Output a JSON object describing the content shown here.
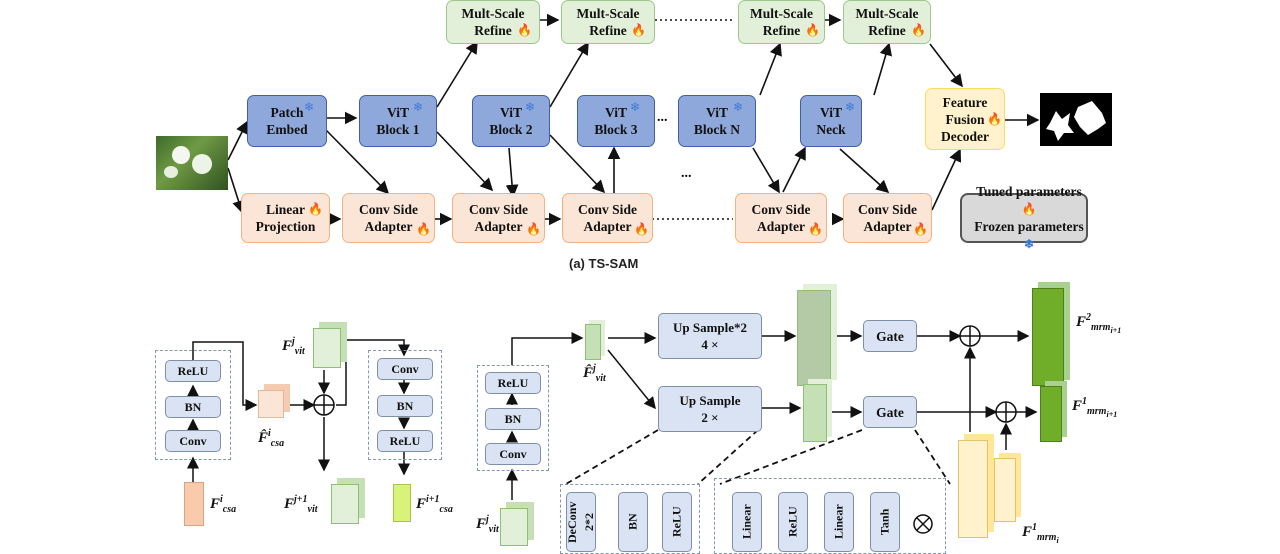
{
  "ts_sam": {
    "caption": "(a) TS-SAM",
    "patch_embed": "Patch\nEmbed",
    "vit_block_1": "ViT\nBlock 1",
    "vit_block_2": "ViT\nBlock 2",
    "vit_block_3": "ViT\nBlock 3",
    "vit_block_n": "ViT\nBlock N",
    "vit_neck": "ViT\nNeck",
    "refine_label": "Mult-Scale\nRefine",
    "linear_projection": "Linear\nProjection",
    "conv_side_adapter": "Conv Side\nAdapter",
    "decoder": "Feature\nFusion\nDecoder",
    "ellipsis_top": "...",
    "ellipsis_mid": "...",
    "legend": {
      "tuned": "Tuned parameters",
      "frozen": "Frozen parameters"
    }
  },
  "csa": {
    "relu": "ReLU",
    "bn": "BN",
    "conv": "Conv",
    "f_csa_in": "F",
    "f_csa_in_sup": "i",
    "f_csa_in_sub": "csa",
    "f_csa_hat": "F̂",
    "f_csa_hat_sup": "i",
    "f_csa_hat_sub": "csa",
    "f_vit_in": "F",
    "f_vit_in_sup": "j",
    "f_vit_in_sub": "vit",
    "f_vit_out": "F",
    "f_vit_out_sup": "j+1",
    "f_vit_out_sub": "vit",
    "f_csa_out": "F",
    "f_csa_out_sup": "i+1",
    "f_csa_out_sub": "csa"
  },
  "mrm": {
    "relu": "ReLU",
    "bn": "BN",
    "conv": "Conv",
    "up_sample_2": "Up Sample*2\n4 ×",
    "up_sample": "Up Sample\n2 ×",
    "gate": "Gate",
    "deconv": "DeConv\n2*2",
    "linear": "Linear",
    "tanh": "Tanh",
    "f_vit_hat": "F̂",
    "f_vit_hat_sup": "j",
    "f_vit_hat_sub": "vit",
    "f_vit_in": "F",
    "f_vit_in_sup": "j",
    "f_vit_in_sub": "vit",
    "f_mrm_2": "F",
    "f_mrm_2_sup": "2",
    "f_mrm_2_sub": "mrm",
    "f_mrm_2_subsub": "i+1",
    "f_mrm_1": "F",
    "f_mrm_1_sup": "1",
    "f_mrm_1_sub": "mrm",
    "f_mrm_1_subsub": "i+1",
    "f_mrm_1b": "F",
    "f_mrm_1b_sup": "1",
    "f_mrm_1b_sub": "mrm",
    "f_mrm_1b_subsub": "i"
  },
  "colors": {
    "vit_blue": "#8fa8dc",
    "refine_green": "#e2f0d9",
    "adapter_orange": "#fbe5d6",
    "decoder_yellow": "#fff2cc",
    "feature_green_dark": "#70ad28",
    "flame": "#e8452c",
    "snowflake": "#3b7bd6"
  },
  "icons": [
    "flame-icon",
    "snowflake-icon",
    "plus-circle-icon",
    "multiply-circle-icon"
  ]
}
